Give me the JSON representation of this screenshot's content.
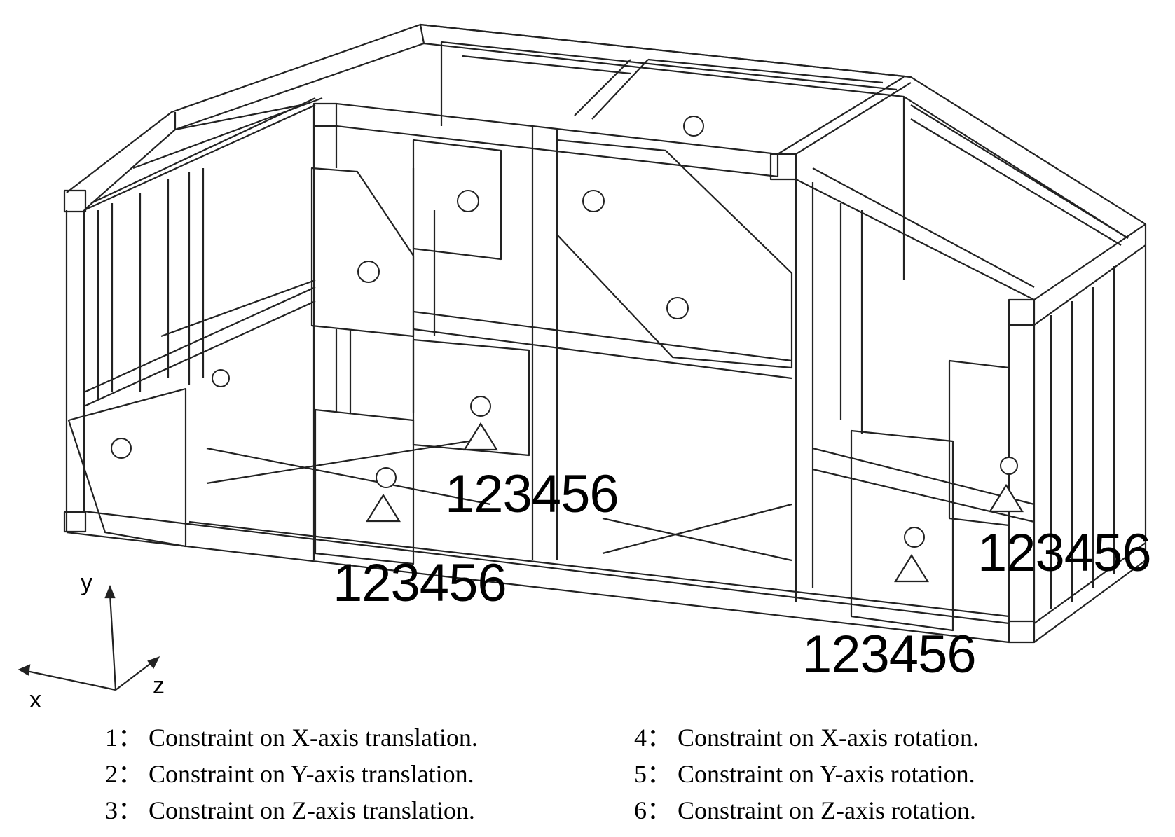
{
  "axes": {
    "x": "x",
    "y": "y",
    "z": "z"
  },
  "constraint_labels": [
    {
      "id": "support-1",
      "text": "123456"
    },
    {
      "id": "support-2",
      "text": "123456"
    },
    {
      "id": "support-3",
      "text": "123456"
    },
    {
      "id": "support-4",
      "text": "123456"
    }
  ],
  "legend": [
    {
      "num": "1：",
      "text": "Constraint on X-axis translation."
    },
    {
      "num": "2：",
      "text": "Constraint on Y-axis translation."
    },
    {
      "num": "3：",
      "text": "Constraint on Z-axis translation."
    },
    {
      "num": "4：",
      "text": "Constraint on X-axis rotation."
    },
    {
      "num": "5：",
      "text": "Constraint on Y-axis rotation."
    },
    {
      "num": "6：",
      "text": "Constraint on Z-axis rotation."
    }
  ],
  "colors": {
    "line": "#222222",
    "background": "#ffffff"
  }
}
